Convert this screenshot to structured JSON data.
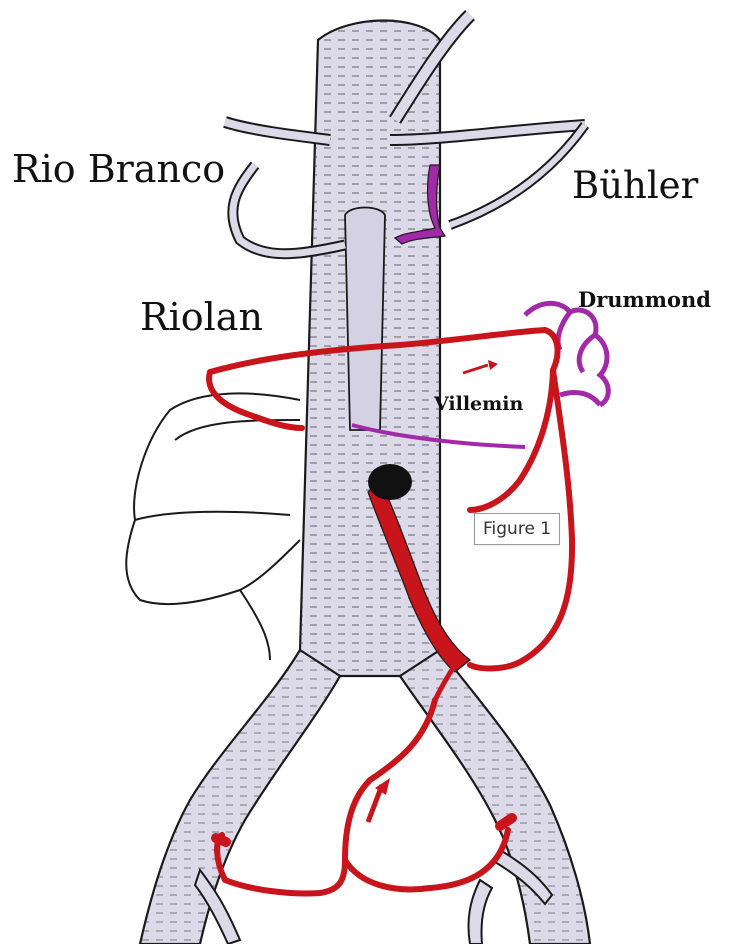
{
  "labels": {
    "rio_branco": "Rio Branco",
    "buhler": "Bühler",
    "riolan": "Riolan",
    "drummond": "Drummond",
    "villemin": "Villemin"
  },
  "tooltip": {
    "text": "Figure 1"
  },
  "colors": {
    "aorta_fill": "#dcdae8",
    "outline": "#1a1a1a",
    "collateral_red": "#c8141b",
    "collateral_purple": "#a22aa8",
    "occlusion": "#111111"
  }
}
